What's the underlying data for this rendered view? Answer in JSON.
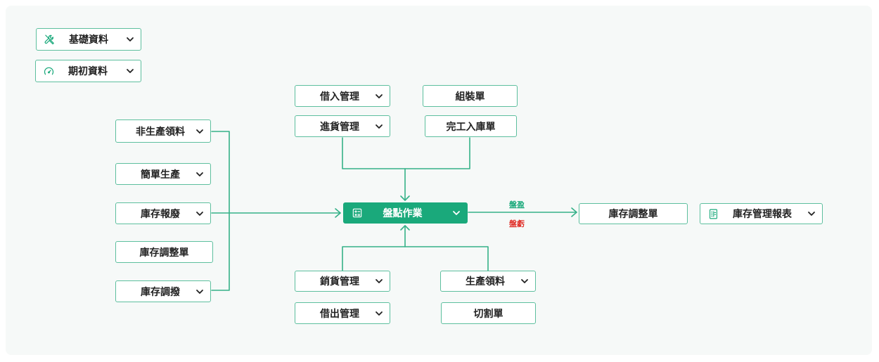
{
  "quick_links": [
    {
      "label": "基礎資料",
      "icon": "tools-icon",
      "has_dropdown": true
    },
    {
      "label": "期初資料",
      "icon": "gauge-icon",
      "has_dropdown": true
    }
  ],
  "flow": {
    "upstream_top": [
      {
        "label": "借入管理",
        "has_dropdown": true
      },
      {
        "label": "進貨管理",
        "has_dropdown": true
      },
      {
        "label": "組裝單",
        "has_dropdown": false
      },
      {
        "label": "完工入庫單",
        "has_dropdown": false
      }
    ],
    "upstream_left": [
      {
        "label": "非生產領料",
        "has_dropdown": true
      },
      {
        "label": "簡單生產",
        "has_dropdown": true
      },
      {
        "label": "庫存報廢",
        "has_dropdown": true
      },
      {
        "label": "庫存調整單",
        "has_dropdown": false
      },
      {
        "label": "庫存調撥",
        "has_dropdown": true
      }
    ],
    "upstream_bottom": [
      {
        "label": "銷貨管理",
        "has_dropdown": true
      },
      {
        "label": "借出管理",
        "has_dropdown": true
      },
      {
        "label": "生產領料",
        "has_dropdown": true
      },
      {
        "label": "切割單",
        "has_dropdown": false
      }
    ],
    "center": {
      "label": "盤點作業",
      "icon": "calculator-icon",
      "has_dropdown": true
    },
    "result_labels": {
      "gain": "盤盈",
      "loss": "盤虧"
    },
    "downstream": [
      {
        "label": "庫存調整單",
        "has_dropdown": false
      },
      {
        "label": "庫存管理報表",
        "icon": "report-icon",
        "has_dropdown": true
      }
    ]
  },
  "colors": {
    "accent": "#1aa97b",
    "gain": "#1aa97b",
    "loss": "#e0322b",
    "border": "#5dbf9e",
    "line": "#35b188",
    "panel": "#f6f9f8"
  }
}
